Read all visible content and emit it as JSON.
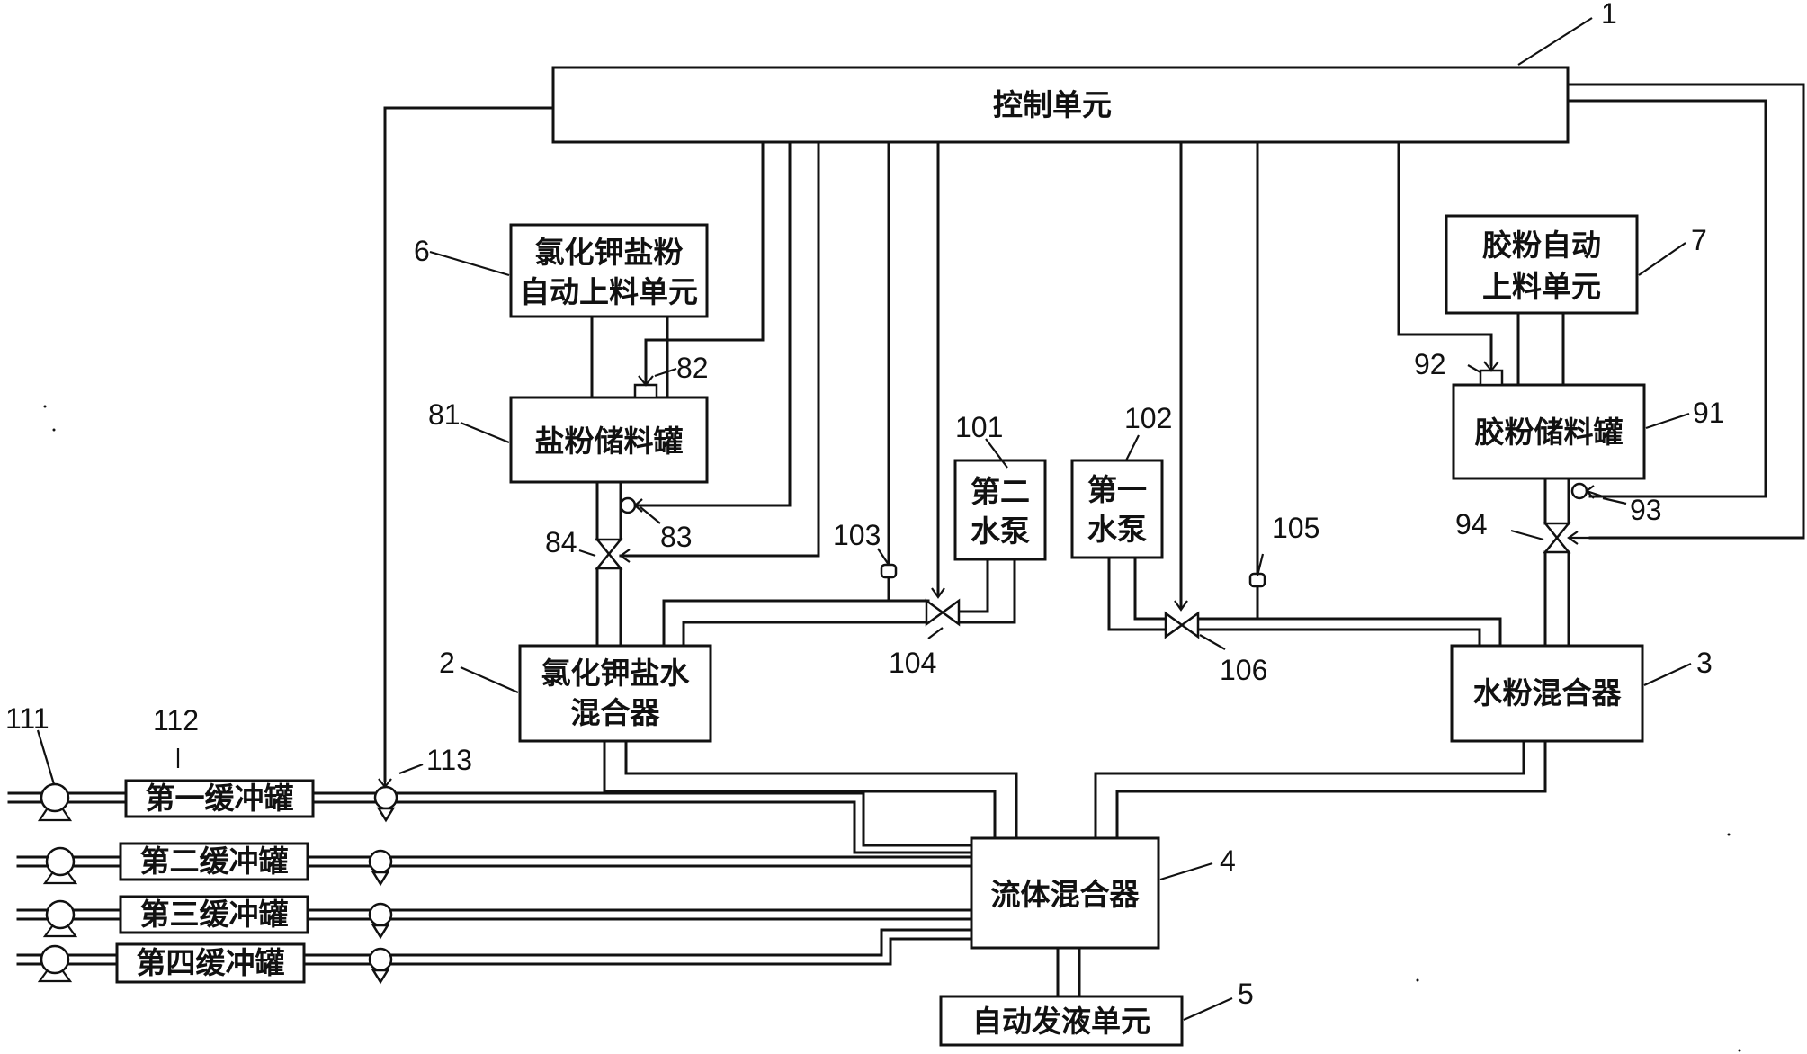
{
  "units": {
    "control": "控制单元",
    "kcl_feeder_l1": "氯化钾盐粉",
    "kcl_feeder_l2": "自动上料单元",
    "salt_tank": "盐粉储料罐",
    "pump2_l1": "第二",
    "pump2_l2": "水泵",
    "pump1_l1": "第一",
    "pump1_l2": "水泵",
    "glue_feeder_l1": "胶粉自动",
    "glue_feeder_l2": "上料单元",
    "glue_tank": "胶粉储料罐",
    "kcl_mixer_l1": "氯化钾盐水",
    "kcl_mixer_l2": "混合器",
    "water_powder_mixer": "水粉混合器",
    "fluid_mixer": "流体混合器",
    "auto_dispense": "自动发液单元",
    "buffer1": "第一缓冲罐",
    "buffer2": "第二缓冲罐",
    "buffer3": "第三缓冲罐",
    "buffer4": "第四缓冲罐"
  },
  "labels": {
    "n1": "1",
    "n2": "2",
    "n3": "3",
    "n4": "4",
    "n5": "5",
    "n6": "6",
    "n7": "7",
    "n81": "81",
    "n82": "82",
    "n83": "83",
    "n84": "84",
    "n91": "91",
    "n92": "92",
    "n93": "93",
    "n94": "94",
    "n101": "101",
    "n102": "102",
    "n103": "103",
    "n104": "104",
    "n105": "105",
    "n106": "106",
    "n111": "111",
    "n112": "112",
    "n113": "113"
  }
}
